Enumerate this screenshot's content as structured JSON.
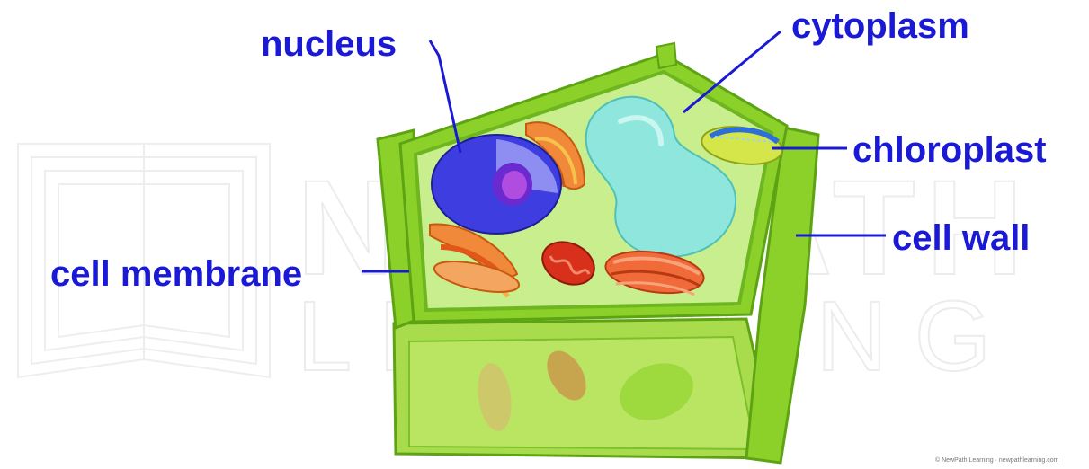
{
  "labels": {
    "nucleus": "nucleus",
    "cytoplasm": "cytoplasm",
    "chloroplast": "chloroplast",
    "cell_wall": "cell wall",
    "cell_membrane": "cell membrane"
  },
  "watermark": {
    "line1": "NEWPATH",
    "line2": "LEARNING"
  },
  "credit": "© NewPath Learning · newpathlearning.com",
  "colors": {
    "label_text": "#1a1ad6",
    "leader_line": "#1a1ad6",
    "cell_wall": "#8bd12a",
    "cytoplasm": "#c9ee8e",
    "nucleus": "#3d3de0",
    "vacuole": "#8ee6dc",
    "mitochondria": "#e84a1a",
    "golgi": "#f08a3a",
    "chloroplast": "#c8e03a"
  }
}
